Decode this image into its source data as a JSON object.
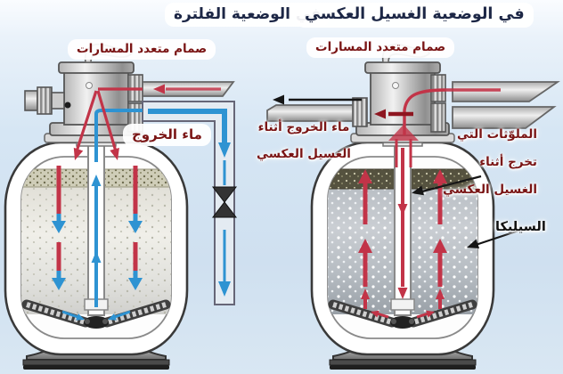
{
  "diagram": {
    "left_panel": {
      "title": "في الوضعية الفلترة",
      "valve_label": "صمام متعدد المسارات",
      "outlet_water_label": "ماء الخروج"
    },
    "right_panel": {
      "title": "في الوضعية الغسيل العكسي",
      "valve_label": "صمام متعدد المسارات",
      "backwash_outlet_line1": "ماء الخروج أثناء",
      "backwash_outlet_line2": "الغسيل العكسي",
      "pollutants_line1": "الملوّثات التي",
      "pollutants_line2": "تخرج أثناء",
      "pollutants_line3": "الغسيل العكسي",
      "silica_label": "السيليكا"
    },
    "colors": {
      "title_text": "#1d2746",
      "label_text": "#7a1515",
      "flow_red": "#c23448",
      "flow_blue": "#2e93d2",
      "waste_red": "#8e1620",
      "callout": "#151515",
      "background_top": "#fafcff",
      "background_bottom": "#cfe0f0"
    }
  }
}
